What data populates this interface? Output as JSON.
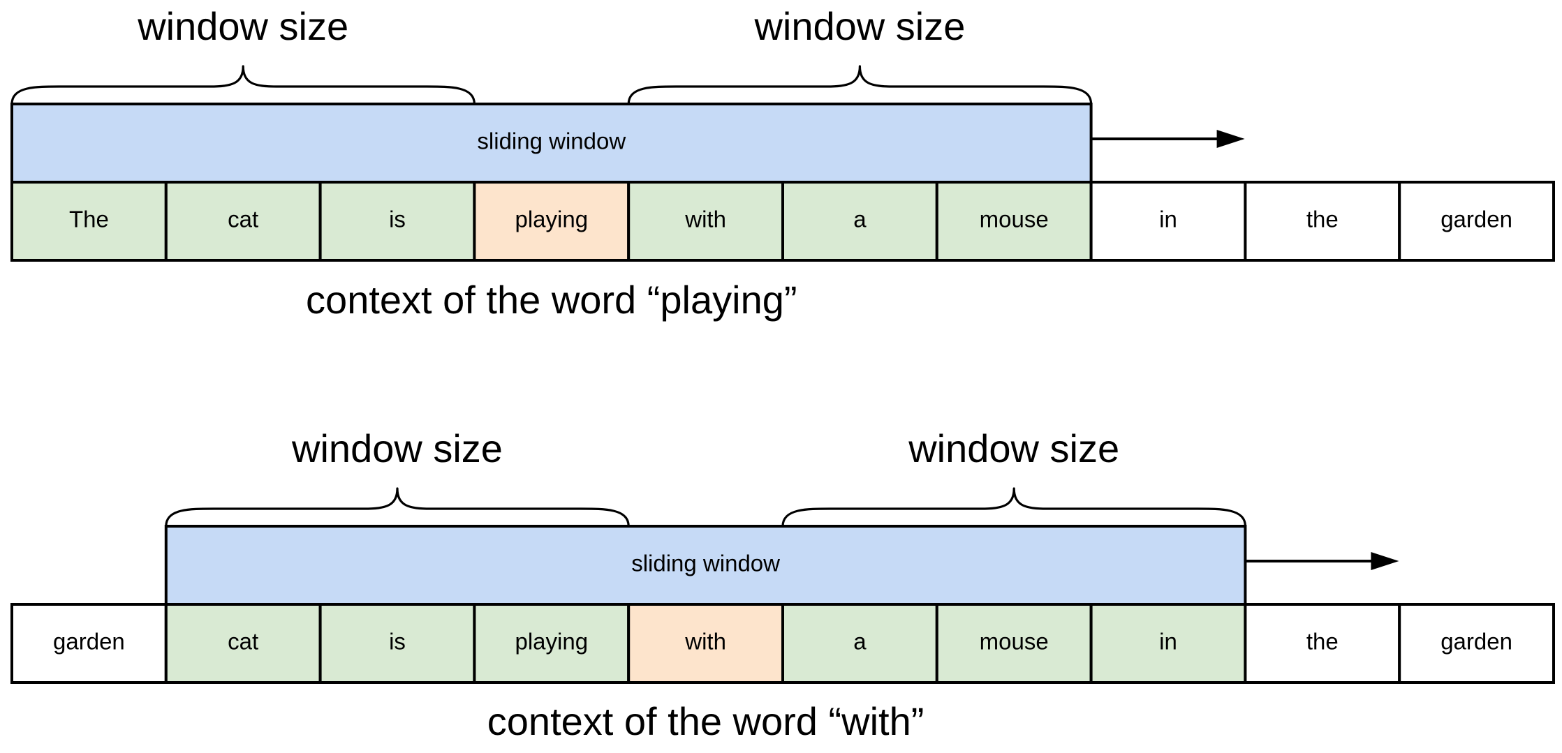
{
  "panels": [
    {
      "id": "top",
      "tokens": [
        "The",
        "cat",
        "is",
        "playing",
        "with",
        "a",
        "mouse",
        "in",
        "the",
        "garden"
      ],
      "target_index": 3,
      "window_start": 0,
      "window_end": 6,
      "left_brace_label": "window size",
      "right_brace_label": "window size",
      "sliding_label": "sliding window",
      "caption": "context of the word “playing”"
    },
    {
      "id": "bottom",
      "tokens": [
        "garden",
        "cat",
        "is",
        "playing",
        "with",
        "a",
        "mouse",
        "in",
        "the",
        "garden"
      ],
      "target_index": 4,
      "window_start": 1,
      "window_end": 7,
      "left_brace_label": "window size",
      "right_brace_label": "window size",
      "sliding_label": "sliding window",
      "caption": "context of the word “with”"
    }
  ],
  "colors": {
    "window_fill": "#c6daf6",
    "context_fill": "#d9ead3",
    "target_fill": "#fde4cc",
    "outside_fill": "#ffffff",
    "stroke": "#000000"
  },
  "icons": {
    "arrow": "right-arrow-icon",
    "brace": "curly-brace-icon"
  }
}
